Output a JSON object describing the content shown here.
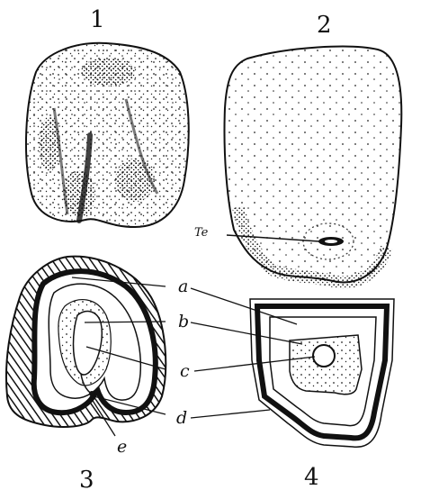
{
  "panels": [
    {
      "number": "1"
    },
    {
      "number": "2"
    },
    {
      "number": "3"
    },
    {
      "number": "4"
    }
  ],
  "labels": {
    "te": "Te",
    "a": "a",
    "b": "b",
    "c": "c",
    "d": "d",
    "e": "e"
  }
}
